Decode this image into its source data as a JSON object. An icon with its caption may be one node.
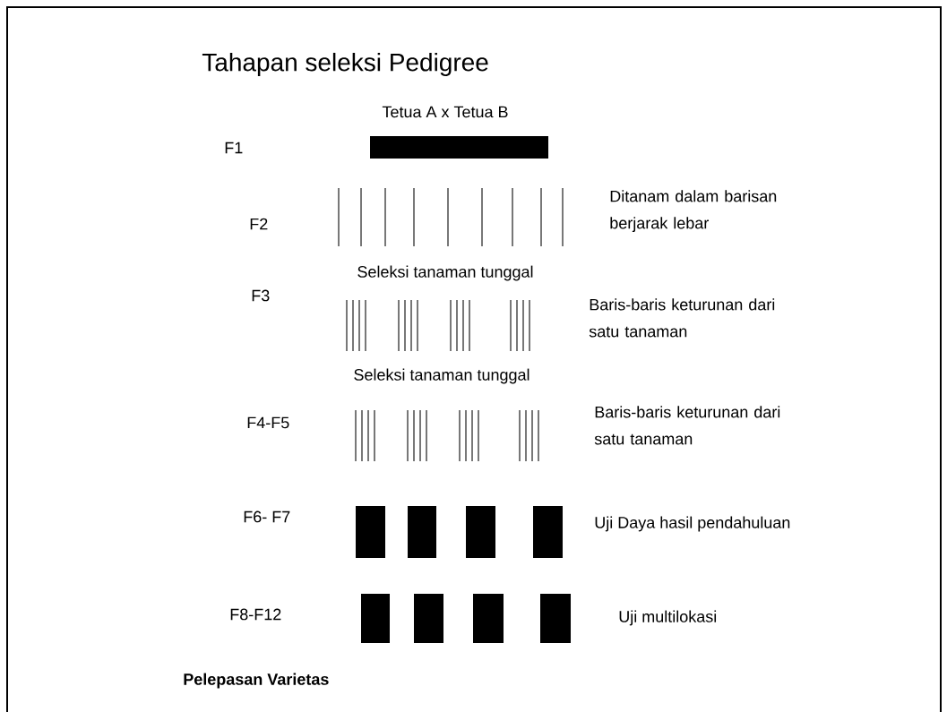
{
  "diagram": {
    "title": "Tahapan seleksi Pedigree",
    "labels": [
      "Tetua A x Tetua B",
      "F1",
      "F2",
      "Ditanam dalam barisan berjarak lebar",
      "Seleksi tanaman tunggal",
      "F3",
      "Baris-baris keturunan dari satu tanaman",
      "Seleksi tanaman tunggal",
      "F4-F5",
      "Baris-baris keturunan dari satu tanaman",
      "F6- F7",
      "Uji Daya hasil pendahuluan",
      "F8-F12",
      "Uji multilokasi",
      "Pelepasan Varietas"
    ]
  }
}
